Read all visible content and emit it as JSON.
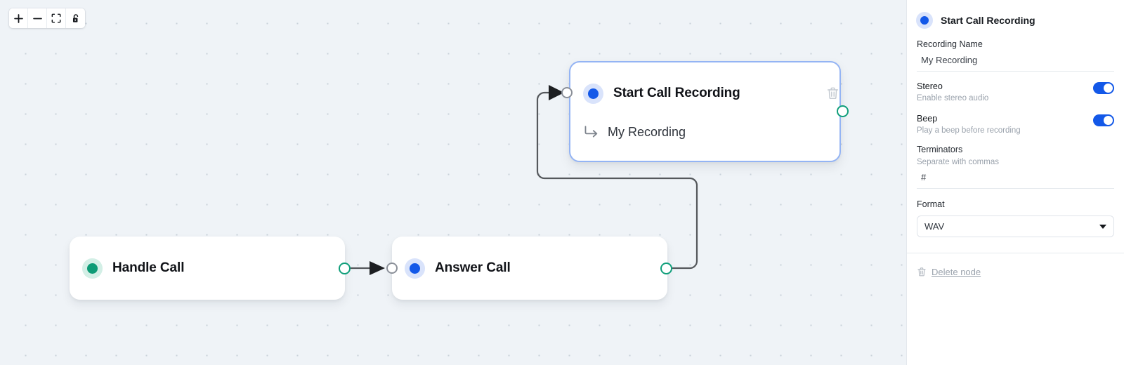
{
  "toolbar": {
    "buttons": [
      {
        "name": "zoom-in",
        "icon": "plus-icon",
        "label": "+"
      },
      {
        "name": "zoom-out",
        "icon": "minus-icon",
        "label": "−"
      },
      {
        "name": "fit-view",
        "icon": "fit-view-icon",
        "label": "Fit view"
      },
      {
        "name": "lock",
        "icon": "unlock-icon",
        "label": "Lock"
      }
    ]
  },
  "canvas": {
    "nodes": [
      {
        "id": "handle-call",
        "title": "Handle Call",
        "accent": "#0d9b76",
        "accent_bg": "#d3efe6",
        "selected": false,
        "subtitle": null
      },
      {
        "id": "answer-call",
        "title": "Answer Call",
        "accent": "#1358e8",
        "accent_bg": "#d9e3fb",
        "selected": false,
        "subtitle": null
      },
      {
        "id": "start-call-recording",
        "title": "Start Call Recording",
        "accent": "#1358e8",
        "accent_bg": "#d9e3fb",
        "selected": true,
        "selected_border": "#94b4f4",
        "subtitle": "My Recording"
      }
    ]
  },
  "panel": {
    "title": "Start Call Recording",
    "accent": "#1358e8",
    "accent_bg": "#d9e3fb",
    "recording_name": {
      "label": "Recording Name",
      "value": "My Recording"
    },
    "stereo": {
      "label": "Stereo",
      "description": "Enable stereo audio",
      "enabled": true
    },
    "beep": {
      "label": "Beep",
      "description": "Play a beep before recording",
      "enabled": true
    },
    "terminators": {
      "label": "Terminators",
      "description": "Separate with commas",
      "value": "#"
    },
    "format": {
      "label": "Format",
      "value": "WAV"
    },
    "delete": {
      "label": "Delete node",
      "icon": "trash-icon"
    },
    "toggle_color": "#1358e8"
  }
}
